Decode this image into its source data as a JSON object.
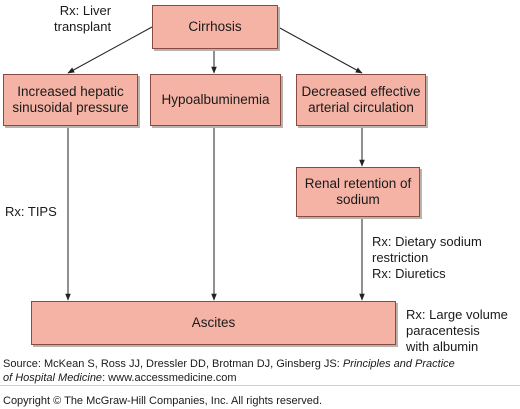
{
  "colors": {
    "box_fill": "#f5b3a6",
    "box_border": "#8a4a44",
    "arrow": "#222222"
  },
  "nodes": {
    "cirrhosis": "Cirrhosis",
    "hepatic": [
      "Increased hepatic",
      "sinusoidal pressure"
    ],
    "hypoalbuminemia": "Hypoalbuminemia",
    "arterial": [
      "Decreased effective",
      "arterial circulation"
    ],
    "renal": [
      "Renal retention of",
      "sodium"
    ],
    "ascites": "Ascites"
  },
  "treatments": {
    "liver_transplant": [
      "Rx: Liver",
      "transplant"
    ],
    "tips": "Rx: TIPS",
    "sodium": [
      "Rx: Dietary sodium",
      "restriction",
      "Rx: Diuretics"
    ],
    "paracentesis": [
      "Rx:  Large volume",
      "paracentesis",
      "with albumin"
    ]
  },
  "source": {
    "prefix": "Source: McKean S, Ross JJ, Dressler DD, Brotman DJ, Ginsberg JS: ",
    "title_part1": "Principles and Practice",
    "title_part2": "of Hospital Medicine",
    "suffix": ": www.accessmedicine.com"
  },
  "copyright": "Copyright © The McGraw-Hill Companies, Inc. All rights reserved."
}
